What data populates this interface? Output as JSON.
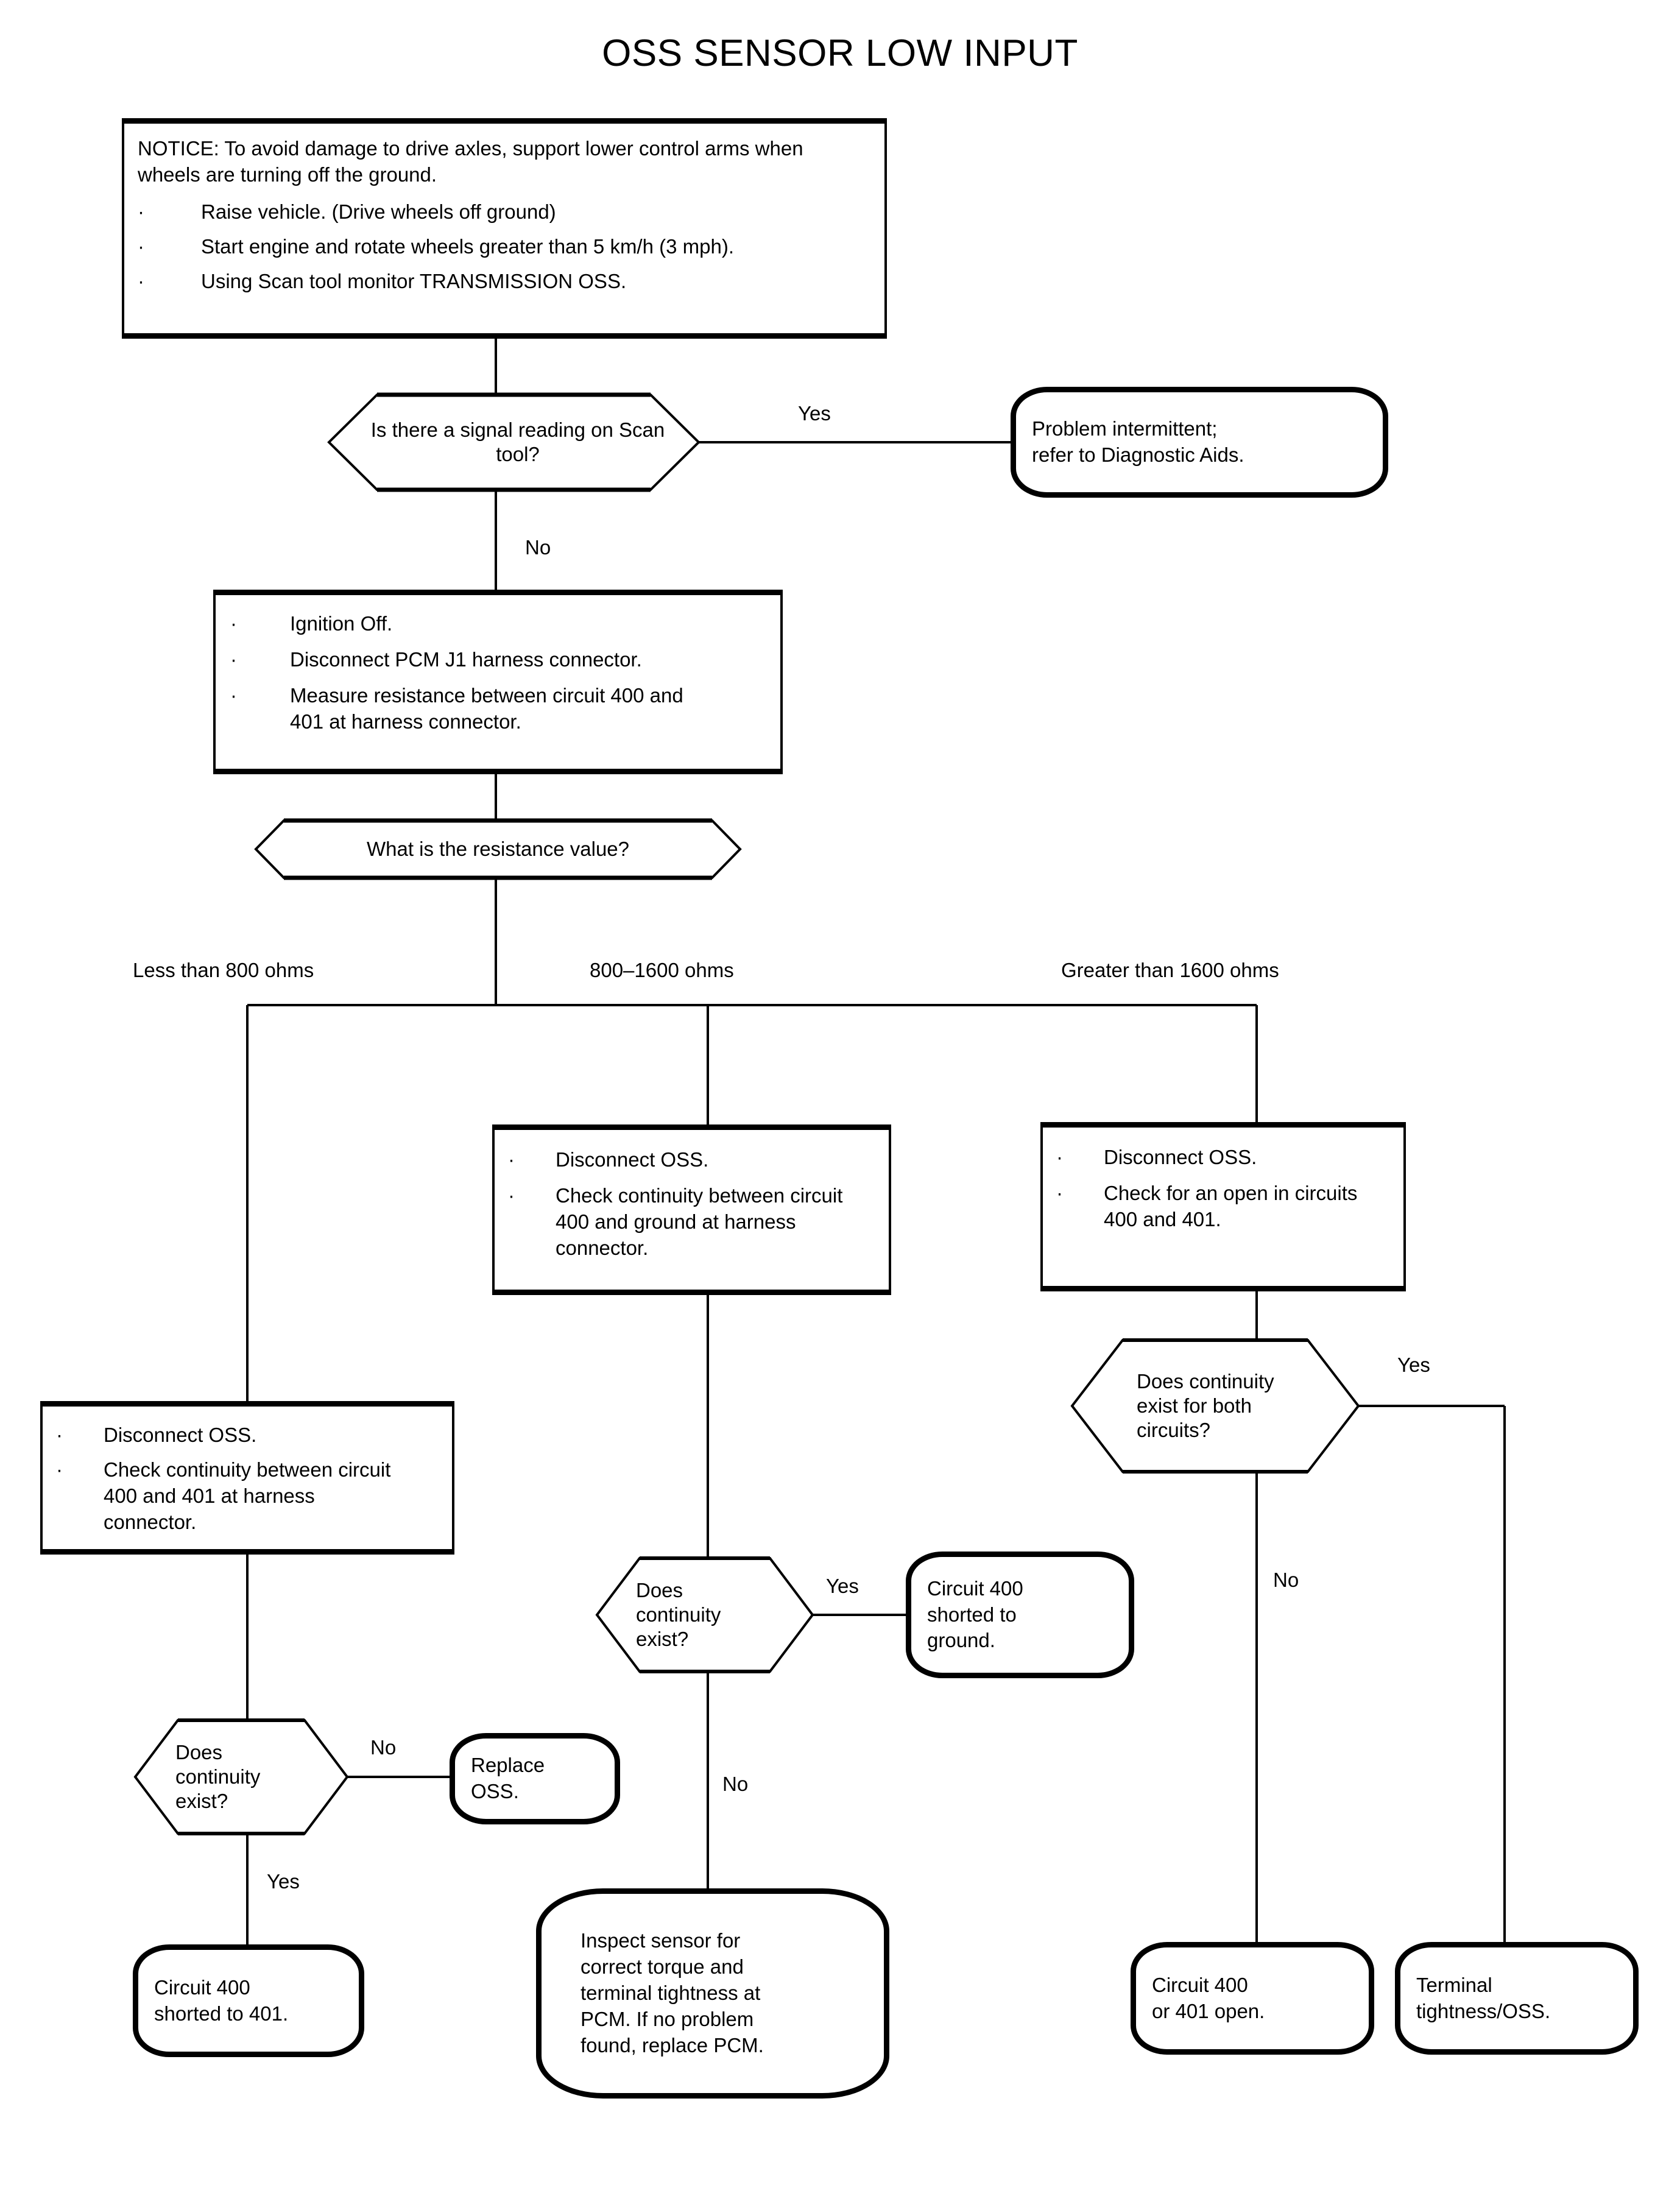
{
  "title": "OSS SENSOR LOW INPUT",
  "notice": {
    "lead": "NOTICE: To avoid damage to drive axles, support lower control arms when wheels are turning off the ground.",
    "bullets": [
      "Raise vehicle. (Drive wheels off ground)",
      "Start engine and rotate wheels greater than 5 km/h (3 mph).",
      "Using Scan tool monitor TRANSMISSION OSS."
    ]
  },
  "nodes": {
    "d1": "Is there a signal\nreading on Scan tool?",
    "t1": "Problem intermittent;\nrefer to Diagnostic Aids.",
    "p1_bullets": [
      "Ignition Off.",
      "Disconnect PCM J1 harness connector.",
      "Measure resistance between circuit 400 and 401 at harness connector."
    ],
    "d2": "What is the resistance value?",
    "p_mid_bullets": [
      "Disconnect OSS.",
      "Check continuity between circuit 400 and ground at harness connector."
    ],
    "p_right_bullets": [
      "Disconnect OSS.",
      "Check for an open in circuits 400 and 401."
    ],
    "p_left_bullets": [
      "Disconnect OSS.",
      "Check continuity between circuit 400 and 401 at harness connector."
    ],
    "d_right": "Does continuity\nexist for both\ncircuits?",
    "d_mid": "Does\ncontinuity\nexist?",
    "d_left": "Does\ncontinuity\nexist?",
    "t_mid_yes": "Circuit 400\nshorted to\nground.",
    "t_left_no": "Replace\nOSS.",
    "t_left_yes": "Circuit 400\nshorted to 401.",
    "t_mid_no": "Inspect sensor for\ncorrect torque and\nterminal tightness at\nPCM. If no problem\nfound, replace PCM.",
    "t_right_no": "Circuit 400\nor 401 open.",
    "t_right_yes": "Terminal\ntightness/OSS."
  },
  "edge_labels": {
    "yes_top": "Yes",
    "no_top": "No",
    "branch_left": "Less than 800 ohms",
    "branch_mid": "800–1600 ohms",
    "branch_right": "Greater than 1600 ohms",
    "yes_right": "Yes",
    "no_right": "No",
    "yes_mid": "Yes",
    "no_mid": "No",
    "no_left": "No",
    "yes_left": "Yes"
  },
  "colors": {
    "stroke": "#000000",
    "background": "#ffffff"
  },
  "chart_data": {
    "type": "diagram",
    "title": "OSS SENSOR LOW INPUT",
    "diagram_kind": "troubleshooting-flowchart",
    "steps": [
      {
        "id": "notice",
        "shape": "process",
        "text": "NOTICE: To avoid damage to drive axles, support lower control arms when wheels are turning off the ground. · Raise vehicle. (Drive wheels off ground) · Start engine and rotate wheels greater than 5 km/h (3 mph). · Using Scan tool monitor TRANSMISSION OSS."
      },
      {
        "id": "d1",
        "shape": "decision",
        "text": "Is there a signal reading on Scan tool?",
        "branches": [
          {
            "label": "Yes",
            "to": "t1"
          },
          {
            "label": "No",
            "to": "p1"
          }
        ]
      },
      {
        "id": "t1",
        "shape": "terminator",
        "text": "Problem intermittent; refer to Diagnostic Aids."
      },
      {
        "id": "p1",
        "shape": "process",
        "text": "Ignition Off. Disconnect PCM J1 harness connector. Measure resistance between circuit 400 and 401 at harness connector.",
        "to": "d2"
      },
      {
        "id": "d2",
        "shape": "decision",
        "text": "What is the resistance value?",
        "branches": [
          {
            "label": "Less than 800 ohms",
            "to": "p_left"
          },
          {
            "label": "800–1600 ohms",
            "to": "p_mid"
          },
          {
            "label": "Greater than 1600 ohms",
            "to": "p_right"
          }
        ]
      },
      {
        "id": "p_left",
        "shape": "process",
        "text": "Disconnect OSS. Check continuity between circuit 400 and 401 at harness connector.",
        "to": "d_left"
      },
      {
        "id": "d_left",
        "shape": "decision",
        "text": "Does continuity exist?",
        "branches": [
          {
            "label": "No",
            "to": "t_left_no"
          },
          {
            "label": "Yes",
            "to": "t_left_yes"
          }
        ]
      },
      {
        "id": "t_left_no",
        "shape": "terminator",
        "text": "Replace OSS."
      },
      {
        "id": "t_left_yes",
        "shape": "terminator",
        "text": "Circuit 400 shorted to 401."
      },
      {
        "id": "p_mid",
        "shape": "process",
        "text": "Disconnect OSS. Check continuity between circuit 400 and ground at harness connector.",
        "to": "d_mid"
      },
      {
        "id": "d_mid",
        "shape": "decision",
        "text": "Does continuity exist?",
        "branches": [
          {
            "label": "Yes",
            "to": "t_mid_yes"
          },
          {
            "label": "No",
            "to": "t_mid_no"
          }
        ]
      },
      {
        "id": "t_mid_yes",
        "shape": "terminator",
        "text": "Circuit 400 shorted to ground."
      },
      {
        "id": "t_mid_no",
        "shape": "terminator",
        "text": "Inspect sensor for correct torque and terminal tightness at PCM. If no problem found, replace PCM."
      },
      {
        "id": "p_right",
        "shape": "process",
        "text": "Disconnect OSS. Check for an open in circuits 400 and 401.",
        "to": "d_right"
      },
      {
        "id": "d_right",
        "shape": "decision",
        "text": "Does continuity exist for both circuits?",
        "branches": [
          {
            "label": "Yes",
            "to": "t_right_yes"
          },
          {
            "label": "No",
            "to": "t_right_no"
          }
        ]
      },
      {
        "id": "t_right_no",
        "shape": "terminator",
        "text": "Circuit 400 or 401 open."
      },
      {
        "id": "t_right_yes",
        "shape": "terminator",
        "text": "Terminal tightness/OSS."
      }
    ]
  }
}
